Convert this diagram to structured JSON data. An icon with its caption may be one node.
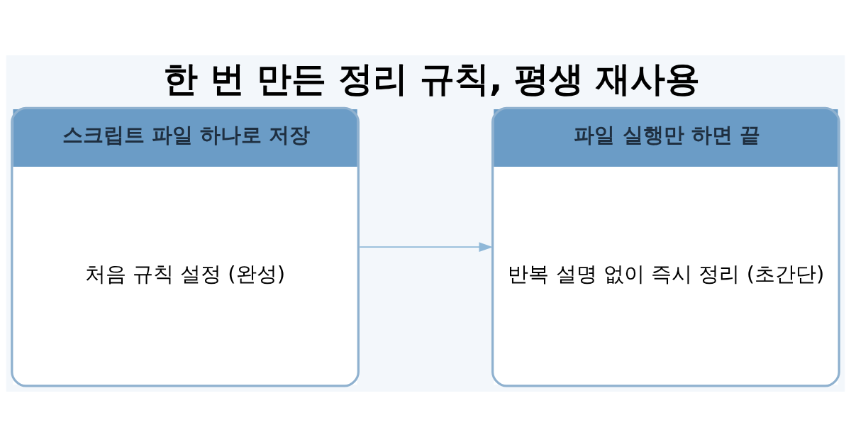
{
  "diagram": {
    "title": "한 번 만든 정리 규칙, 평생 재사용",
    "nodes": [
      {
        "text": [
          "스크립트 파일 하나로 저장",
          "처음 규칙 설정 (완성)"
        ]
      },
      {
        "text": [
          "파일 실행만 하면 끝",
          "반복 설명 없이 즉시 정리 (초간단)"
        ]
      }
    ],
    "edges": [
      {
        "from": 0,
        "to": 1,
        "arrow": "to"
      }
    ]
  }
}
